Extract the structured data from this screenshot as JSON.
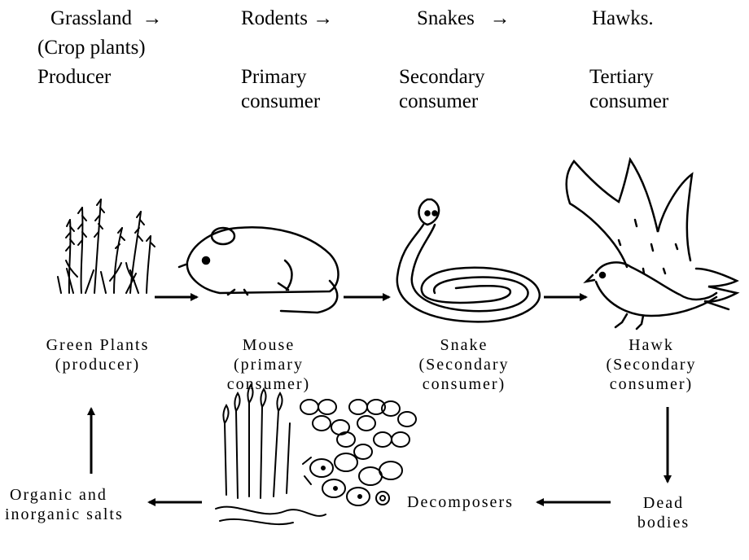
{
  "food_chain_text": {
    "row1": {
      "grassland": "Grassland",
      "rodents": "Rodents",
      "snakes": "Snakes",
      "hawks": "Hawks.",
      "arrow": "→"
    },
    "crop_plants": "(Crop plants)",
    "roles": {
      "producer": "Producer",
      "primary": [
        "Primary",
        "consumer"
      ],
      "secondary": [
        "Secondary",
        "consumer"
      ],
      "tertiary": [
        "Tertiary",
        "consumer"
      ]
    }
  },
  "organisms": {
    "green_plants": [
      "Green Plants",
      "(producer)"
    ],
    "mouse": [
      "Mouse",
      "(primary",
      "consumer)"
    ],
    "snake": [
      "Snake",
      "(Secondary",
      "consumer)"
    ],
    "hawk": [
      "Hawk",
      "(Secondary",
      "consumer)"
    ]
  },
  "cycle": {
    "dead_bodies": [
      "Dead",
      "bodies"
    ],
    "decomposers": "Decomposers",
    "salts": [
      "Organic and",
      "inorganic salts"
    ]
  },
  "icons": [
    "grass-icon",
    "mouse-icon",
    "snake-icon",
    "hawk-icon",
    "fungi-bacteria-icon"
  ]
}
